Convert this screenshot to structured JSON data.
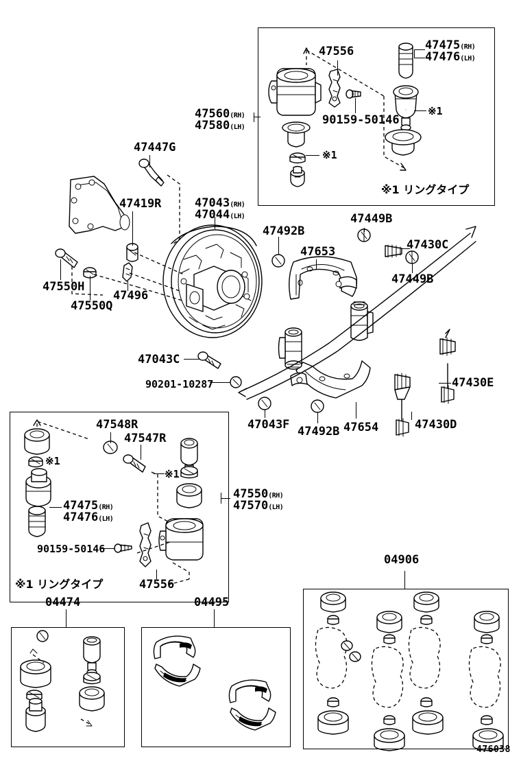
{
  "figure": {
    "figure_number": "476038",
    "note_symbol": "※1",
    "note_text_jp": "リングタイプ",
    "suffix_rh": "(RH)",
    "suffix_lh": "(LH)"
  },
  "main_labels": {
    "plate_rh": "47043",
    "plate_lh": "47044",
    "bolt_47447g": "47447G",
    "plug_47419r": "47419R",
    "bolt_47550h": "47550H",
    "pin_47550q": "47550Q",
    "clip_47496": "47496",
    "screw_47043c": "47043C",
    "bolt_90201": "90201-10287",
    "nut_47043f": "47043F",
    "cup_47492b_top": "47492B",
    "cup_47492b_bottom": "47492B",
    "shoe_47653": "47653",
    "shoe_47654": "47654",
    "pin_47449b_top": "47449B",
    "pin_47449b_bottom": "47449B",
    "spring_47430c": "47430C",
    "spring_47430d": "47430D",
    "spring_47430e": "47430E",
    "cyl_rh_47560": "47560",
    "cyl_lh_47580": "47580"
  },
  "box_top": {
    "part_47556": "47556",
    "part_90159": "90159-50146",
    "boot_rh": "47475",
    "boot_lh": "47476"
  },
  "box_left": {
    "part_47548r": "47548R",
    "part_47547r": "47547R",
    "part_47475_rh": "47475",
    "part_47476_lh": "47476",
    "part_90159": "90159-50146",
    "part_47556": "47556",
    "cyl_rh_47550": "47550",
    "cyl_lh_47570": "47570"
  },
  "kits": {
    "kit_04474": "04474",
    "kit_04495": "04495",
    "kit_04906": "04906"
  }
}
